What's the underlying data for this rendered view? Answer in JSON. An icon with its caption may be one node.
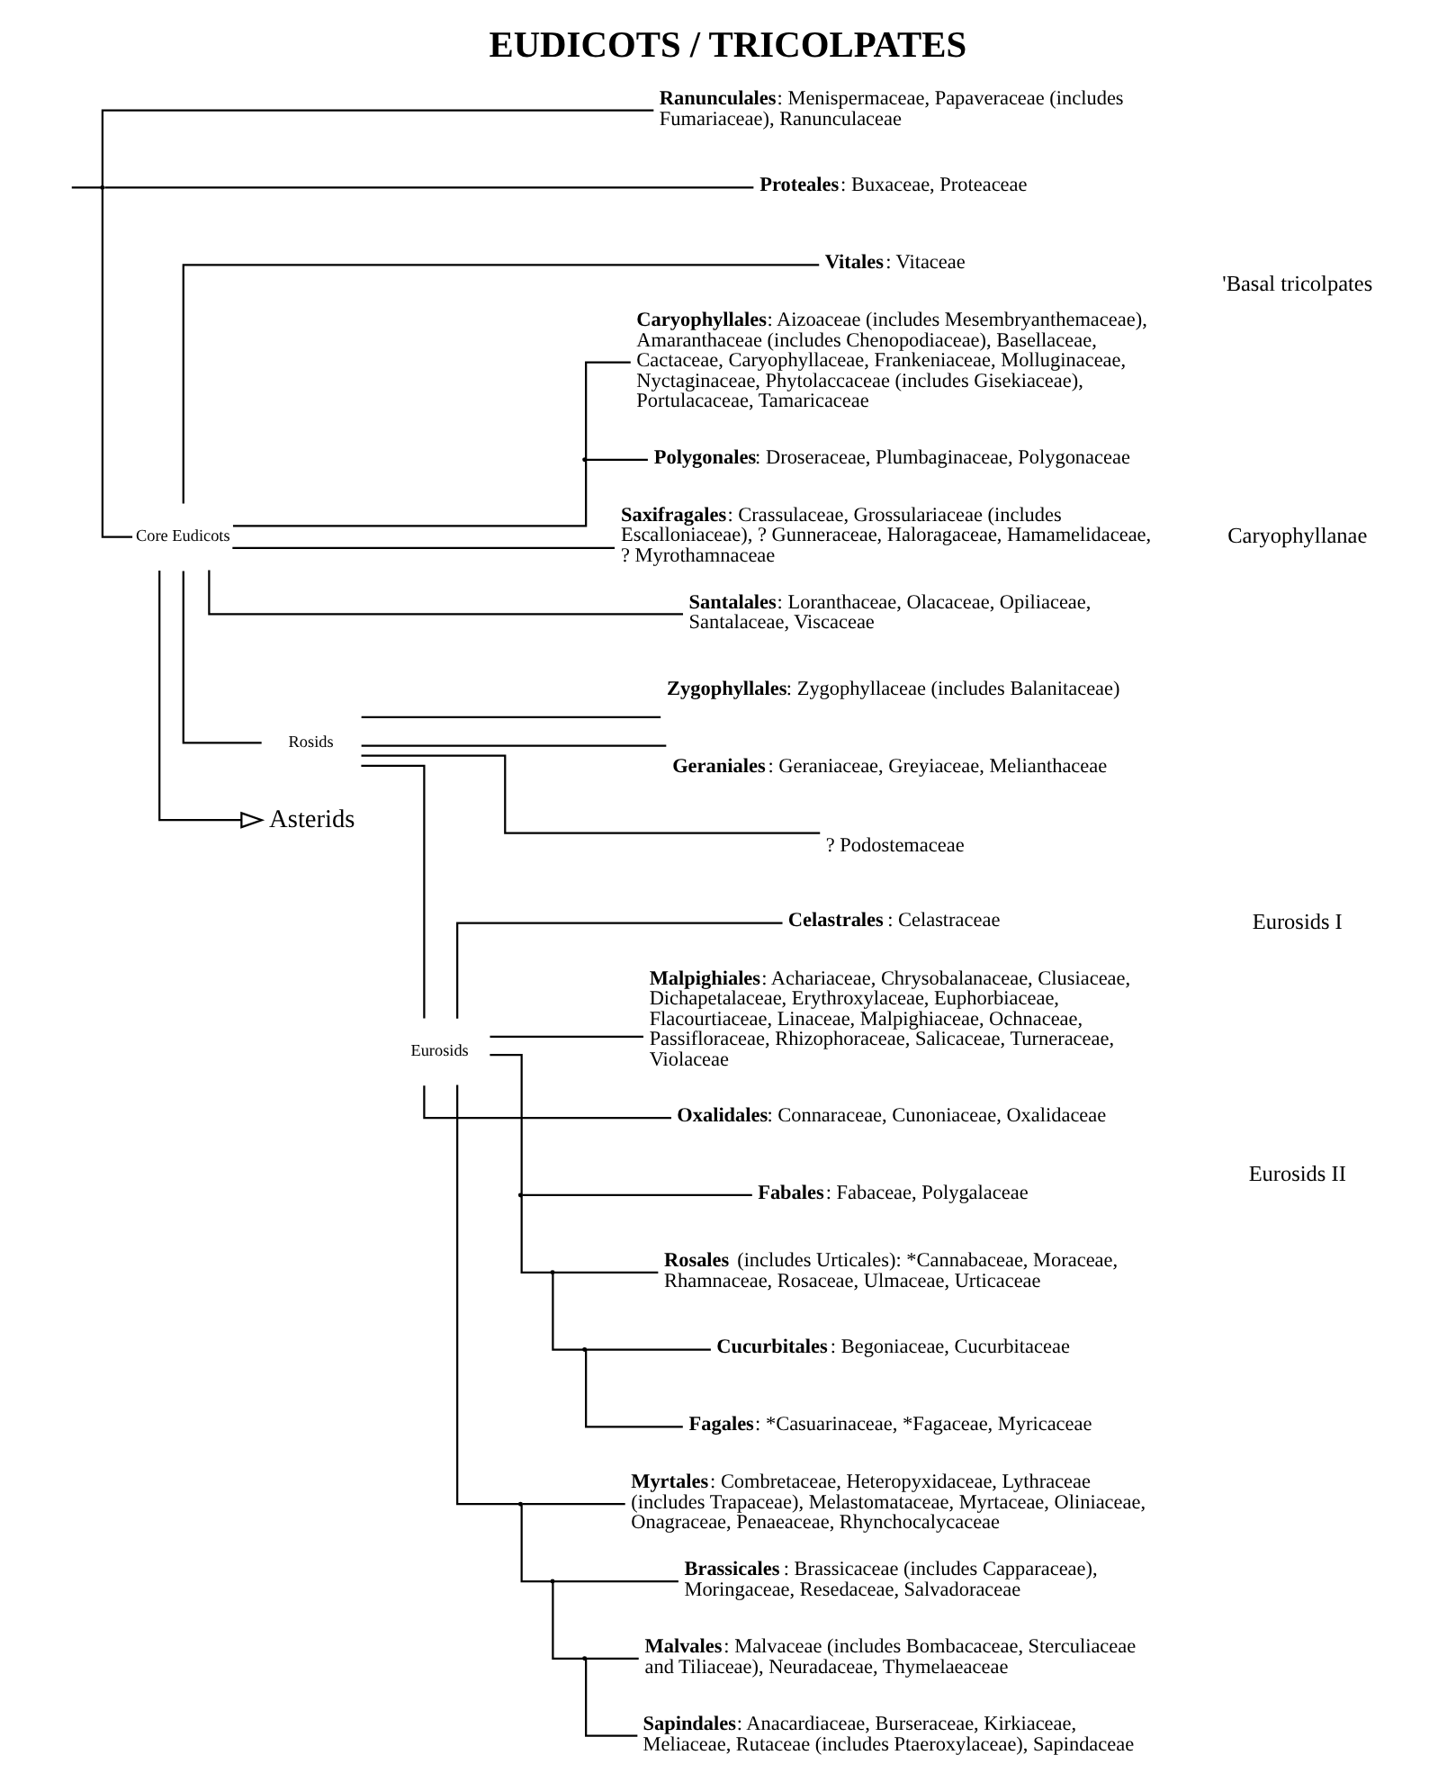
{
  "diagram": {
    "title": "EUDICOTS / TRICOLPATES",
    "nodes": [
      {
        "text": [],
        "shape": "point"
      },
      {
        "text": [
          "**Ranunculales**: Menispermaceae, Papaveraceae (includes Fumariaceae), Ranunculaceae"
        ]
      },
      {
        "text": [
          "**Proteales**: Buxaceae, Proteaceae"
        ]
      },
      {
        "text": [
          "Core Eudicots"
        ]
      },
      {
        "text": [
          "**Vitales**: Vitaceae"
        ]
      },
      {
        "text": [],
        "shape": "point"
      },
      {
        "text": [
          "**Caryophyllales**: Aizoaceae (includes Mesembryanthemaceae), Amaranthaceae (includes Chenopodiaceae), Basellaceae, Cactaceae, Caryophyllaceae, Frankeniaceae, Molluginaceae, Nyctaginaceae, Phytolaccaceae (includes Gisekiaceae), Portulacaceae, Tamaricaceae"
        ]
      },
      {
        "text": [
          "**Polygonales**: Droseraceae, Plumbaginaceae, Polygonaceae"
        ]
      },
      {
        "text": [
          "**Saxifragales**: Crassulaceae, Grossulariaceae (includes Escalloniaceae), ? Gunneraceae, Haloragaceae, Hamamelidaceae, ? Myrothamnaceae"
        ]
      },
      {
        "text": [
          "**Santalales**: Loranthaceae, Olacaceae, Opiliaceae, Santalaceae, Viscaceae"
        ]
      },
      {
        "text": [
          "Rosids"
        ]
      },
      {
        "text": [
          "**Zygophyllales**: Zygophyllaceae (includes Balanitaceae)"
        ]
      },
      {
        "text": [
          "**Geraniales**: Geraniaceae, Greyiaceae, Melianthaceae"
        ]
      },
      {
        "text": [
          "? Podostemaceae"
        ]
      },
      {
        "text": [
          "Eurosids"
        ]
      },
      {
        "text": [
          "**Celastrales**: Celastraceae"
        ]
      },
      {
        "text": [
          "**Malpighiales**: Achariaceae, Chrysobalanaceae, Clusiaceae, Dichapetalaceae, Erythroxylaceae, Euphorbiaceae, Flacourtiaceae, Linaceae, Malpighiaceae, Ochnaceae, Passifloraceae, Rhizophoraceae, Salicaceae, Turneraceae, Violaceae"
        ]
      },
      {
        "text": [
          "**Oxalidales**: Connaraceae, Cunoniaceae, Oxalidaceae"
        ]
      },
      {
        "text": [],
        "shape": "point"
      },
      {
        "text": [
          "**Fabales**: Fabaceae, Polygalaceae"
        ]
      },
      {
        "text": [],
        "shape": "point"
      },
      {
        "text": [
          "**Rosales** (includes Urticales): *Cannabaceae, Moraceae, Rhamnaceae, Rosaceae, Ulmaceae, Urticaceae"
        ]
      },
      {
        "text": [],
        "shape": "point"
      },
      {
        "text": [
          "**Cucurbitales**: Begoniaceae, Cucurbitaceae"
        ]
      },
      {
        "text": [
          "**Fagales**: *Casuarinaceae, *Fagaceae, Myricaceae"
        ]
      },
      {
        "text": [],
        "shape": "point"
      },
      {
        "text": [
          "**Myrtales**: Combretaceae, Heteropyxidaceae, Lythraceae (includes Trapaceae), Melastomataceae, Myrtaceae, Oliniaceae, Onagraceae, Penaeaceae, Rhynchocalycaceae"
        ]
      },
      {
        "text": [],
        "shape": "point"
      },
      {
        "text": [
          "**Brassicales**: Brassicaceae (includes Capparaceae), Moringaceae, Resedaceae, Salvadoraceae"
        ]
      },
      {
        "text": [],
        "shape": "point"
      },
      {
        "text": [
          "**Malvales**: Malvaceae (includes Bombacaceae, Sterculiaceae and Tiliaceae), Neuradaceae, Thymelaeaceae"
        ]
      },
      {
        "text": [
          "**Sapindales**: Anacardiaceae, Burseraceae, Kirkiaceae, Meliaceae, Rutaceae (includes Ptaeroxylaceae), Sapindaceae"
        ]
      },
      {
        "text": [
          "Asterids"
        ]
      }
    ],
    "edges": [
      {
        "from": null,
        "to": 0,
        "arrow": "none"
      },
      {
        "from": 0,
        "to": 1,
        "arrow": "none"
      },
      {
        "from": 0,
        "to": 2,
        "arrow": "none"
      },
      {
        "from": 0,
        "to": 3,
        "arrow": "none"
      },
      {
        "from": 3,
        "to": 4,
        "arrow": "none"
      },
      {
        "from": 3,
        "to": 5,
        "arrow": "none"
      },
      {
        "from": 5,
        "to": 6,
        "arrow": "none"
      },
      {
        "from": 5,
        "to": 7,
        "arrow": "none"
      },
      {
        "from": 3,
        "to": 8,
        "arrow": "none"
      },
      {
        "from": 3,
        "to": 9,
        "arrow": "none"
      },
      {
        "from": 3,
        "to": 10,
        "arrow": "none"
      },
      {
        "from": 10,
        "to": 11,
        "arrow": "none"
      },
      {
        "from": 10,
        "to": 12,
        "arrow": "none"
      },
      {
        "from": 10,
        "to": 13,
        "arrow": "none"
      },
      {
        "from": 10,
        "to": 14,
        "arrow": "none"
      },
      {
        "from": 14,
        "to": 15,
        "arrow": "none"
      },
      {
        "from": 14,
        "to": 16,
        "arrow": "none"
      },
      {
        "from": 14,
        "to": 17,
        "arrow": "none"
      },
      {
        "from": 14,
        "to": 18,
        "arrow": "none"
      },
      {
        "from": 18,
        "to": 19,
        "arrow": "none"
      },
      {
        "from": 18,
        "to": 20,
        "arrow": "none"
      },
      {
        "from": 20,
        "to": 21,
        "arrow": "none"
      },
      {
        "from": 20,
        "to": 22,
        "arrow": "none"
      },
      {
        "from": 22,
        "to": 23,
        "arrow": "none"
      },
      {
        "from": 22,
        "to": 24,
        "arrow": "none"
      },
      {
        "from": 14,
        "to": 25,
        "arrow": "none"
      },
      {
        "from": 25,
        "to": 26,
        "arrow": "none"
      },
      {
        "from": 25,
        "to": 27,
        "arrow": "none"
      },
      {
        "from": 27,
        "to": 28,
        "arrow": "none"
      },
      {
        "from": 27,
        "to": 29,
        "arrow": "none"
      },
      {
        "from": 29,
        "to": 30,
        "arrow": "none"
      },
      {
        "from": 29,
        "to": 31,
        "arrow": "none"
      },
      {
        "from": 3,
        "to": 32,
        "arrow": "to"
      }
    ],
    "labels": [
      "'Basal tricolpates",
      "Caryophyllanae",
      "Eurosids I",
      "Eurosids II"
    ]
  }
}
